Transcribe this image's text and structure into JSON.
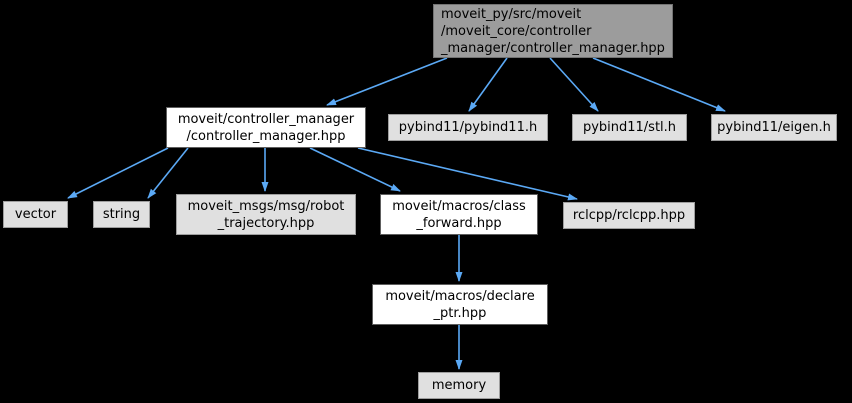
{
  "graph": {
    "kind": "include-dependency-graph",
    "nodes": {
      "root": {
        "lines": [
          "moveit_py/src/moveit",
          "/moveit_core/controller",
          "_manager/controller_manager.hpp"
        ]
      },
      "controller_manager_hpp": {
        "lines": [
          "moveit/controller_manager",
          "/controller_manager.hpp"
        ]
      },
      "pybind11_h": {
        "label": "pybind11/pybind11.h"
      },
      "pybind11_stl_h": {
        "label": "pybind11/stl.h"
      },
      "pybind11_eigen_h": {
        "label": "pybind11/eigen.h"
      },
      "vector": {
        "label": "vector"
      },
      "string": {
        "label": "string"
      },
      "robot_trajectory_hpp": {
        "lines": [
          "moveit_msgs/msg/robot",
          "_trajectory.hpp"
        ]
      },
      "class_forward_hpp": {
        "lines": [
          "moveit/macros/class",
          "_forward.hpp"
        ]
      },
      "rclcpp_hpp": {
        "label": "rclcpp/rclcpp.hpp"
      },
      "declare_ptr_hpp": {
        "lines": [
          "moveit/macros/declare",
          "_ptr.hpp"
        ]
      },
      "memory": {
        "label": "memory"
      }
    },
    "edges": [
      {
        "from": "root",
        "to": "controller_manager_hpp"
      },
      {
        "from": "root",
        "to": "pybind11_h"
      },
      {
        "from": "root",
        "to": "pybind11_stl_h"
      },
      {
        "from": "root",
        "to": "pybind11_eigen_h"
      },
      {
        "from": "controller_manager_hpp",
        "to": "vector"
      },
      {
        "from": "controller_manager_hpp",
        "to": "string"
      },
      {
        "from": "controller_manager_hpp",
        "to": "robot_trajectory_hpp"
      },
      {
        "from": "controller_manager_hpp",
        "to": "class_forward_hpp"
      },
      {
        "from": "controller_manager_hpp",
        "to": "rclcpp_hpp"
      },
      {
        "from": "class_forward_hpp",
        "to": "declare_ptr_hpp"
      },
      {
        "from": "declare_ptr_hpp",
        "to": "memory"
      }
    ]
  },
  "colors": {
    "background": "#000000",
    "arrow": "#5ba9f5",
    "root_fill": "#9c9c9c",
    "root_border": "#737373",
    "internal_fill": "#ffffff",
    "internal_border": "#5e5e5e",
    "external_fill": "#e0e0e0",
    "external_border": "#9e9e9e",
    "text": "#000000"
  }
}
